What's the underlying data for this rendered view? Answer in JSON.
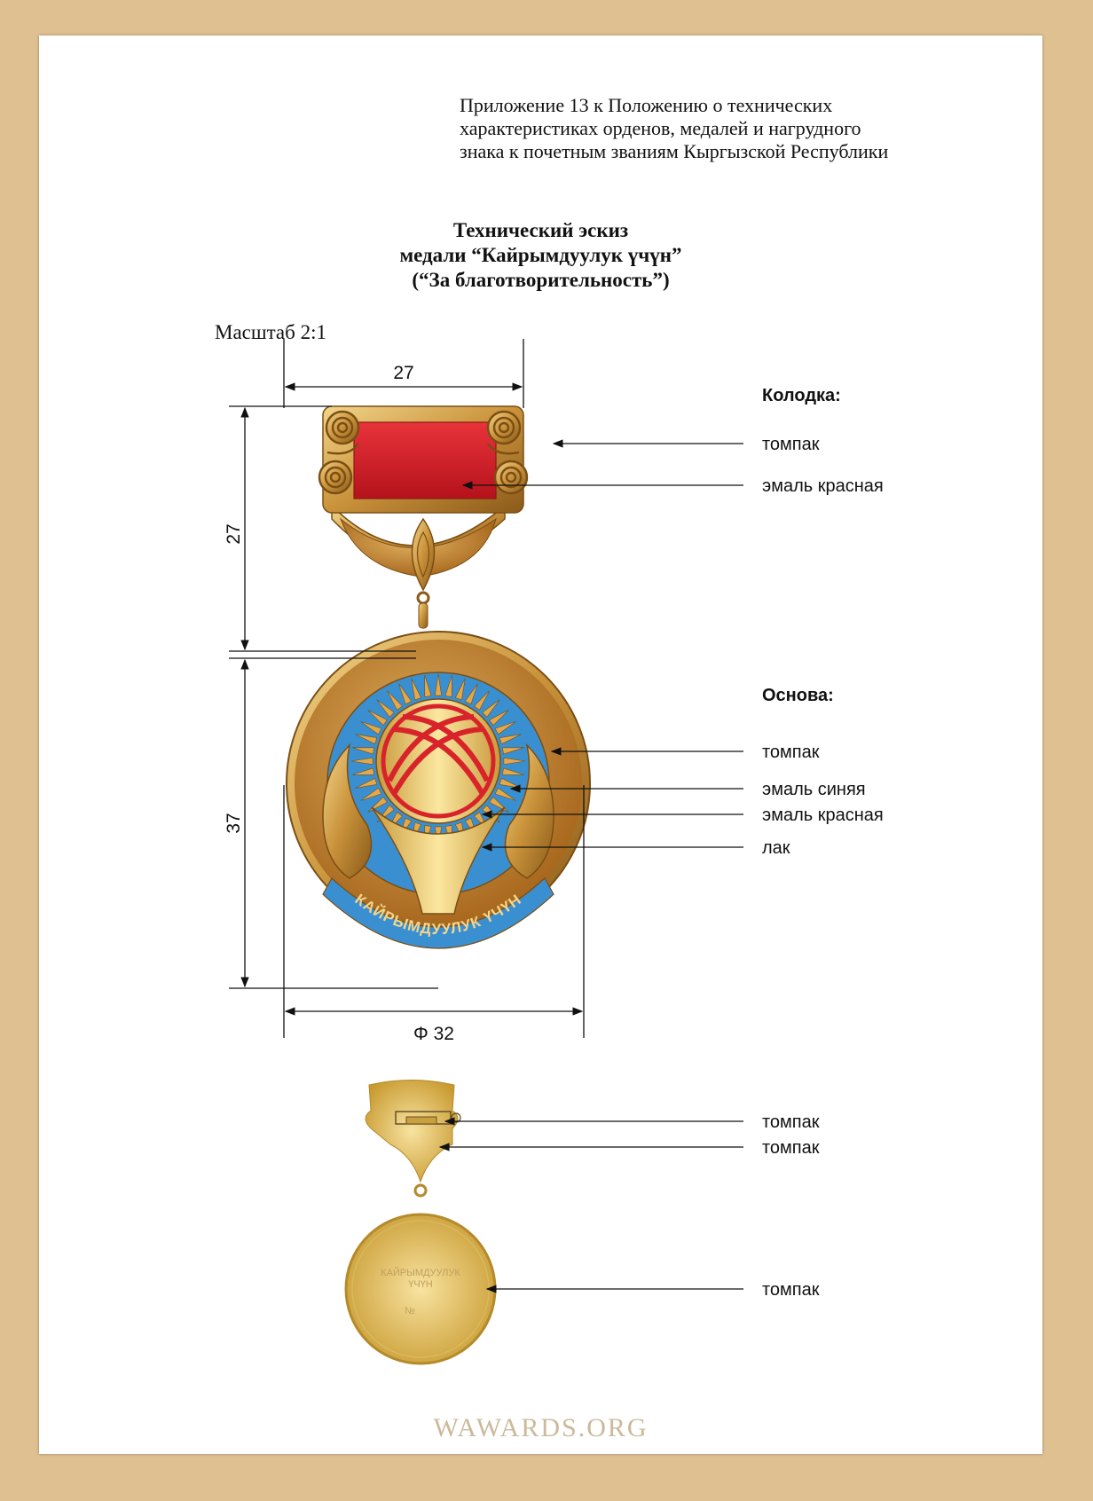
{
  "appendix": {
    "lines": [
      "Приложение 13 к Положению о технических",
      "характеристиках орденов, медалей и нагрудного",
      "знака к почетным званиям Кыргызской Республики"
    ]
  },
  "title": {
    "line1": "Технический эскиз",
    "line2": "медали “Кайрымдуулук үчүн”",
    "line3": "(“За благотворительность”)"
  },
  "scale": "Масштаб 2:1",
  "dimensions": {
    "block_width": "27",
    "block_height": "27",
    "medal_height": "37",
    "medal_diameter": "Φ 32"
  },
  "block": {
    "header": "Колодка:",
    "labels": [
      "томпак",
      "эмаль красная"
    ]
  },
  "base": {
    "header": "Основа:",
    "labels": [
      "томпак",
      "эмаль синяя",
      "эмаль красная",
      "лак"
    ]
  },
  "reverse": {
    "labels": [
      "томпак",
      "томпак",
      "томпак"
    ],
    "inscription_line1": "КАЙРЫМДУУЛУК",
    "inscription_line2": "ҮЧҮН",
    "number_sign": "№"
  },
  "medal_front_inscription": "КАЙРЫМДУУЛУК ҮЧҮН",
  "watermark": "WAWARDS.ORG",
  "colors": {
    "background": "#dfc090",
    "gold": "#c9923a",
    "red_enamel": "#d8232a",
    "blue_enamel": "#3a8fd0"
  }
}
